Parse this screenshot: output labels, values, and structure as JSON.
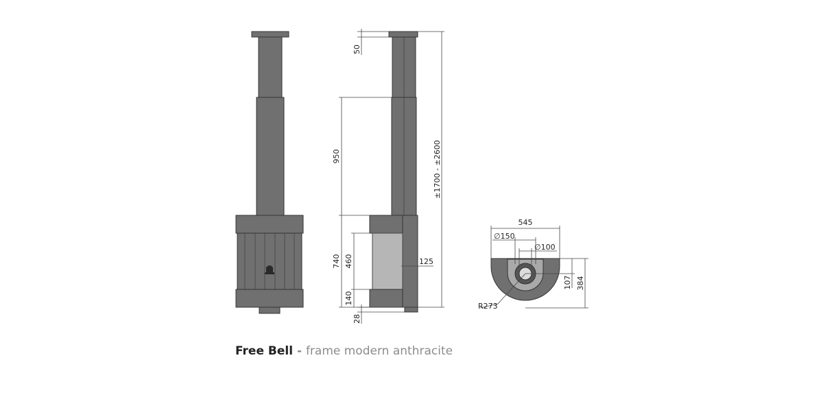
{
  "caption": {
    "name": "Free Bell",
    "separator": " - ",
    "description": "frame modern anthracite"
  },
  "dimensions": {
    "flange_height": "50",
    "pipe_section": "950",
    "overall_height": "±1700 - ±2600",
    "stove_height": "740",
    "window_height": "460",
    "base_height": "140",
    "bottom_offset": "28",
    "side_depth": "125",
    "top_width": "545",
    "outer_flue_diameter": "∅150",
    "inner_flue_diameter": "∅100",
    "flue_offset": "107",
    "top_depth": "384",
    "radius": "R273"
  },
  "colors": {
    "body": "#707070",
    "body_light": "#a9a9a9",
    "glass": "#b6b6b6",
    "caption_name": "#222222",
    "caption_desc": "#8c8c8c"
  }
}
